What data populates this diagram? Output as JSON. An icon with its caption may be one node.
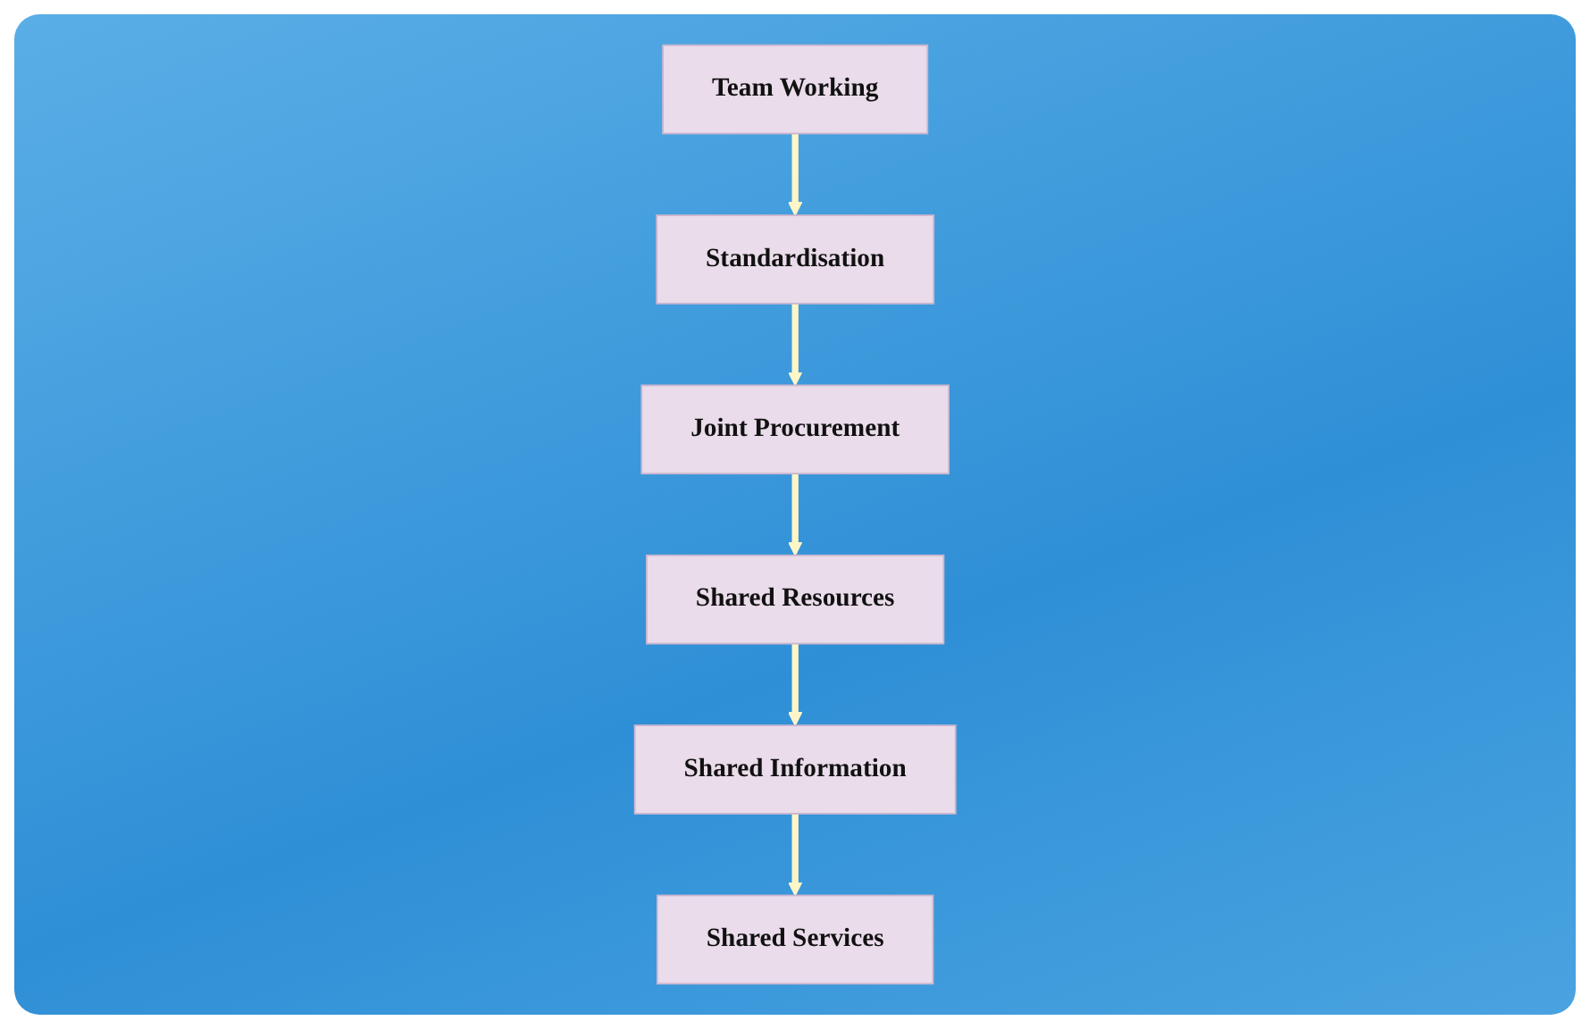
{
  "diagram": {
    "nodes": [
      {
        "text": [
          "Team Working"
        ]
      },
      {
        "text": [
          "Standardisation"
        ]
      },
      {
        "text": [
          "Joint Procurement"
        ]
      },
      {
        "text": [
          "Shared Resources"
        ]
      },
      {
        "text": [
          "Shared Information"
        ]
      },
      {
        "text": [
          "Shared Services"
        ]
      }
    ],
    "edges": [
      {
        "from": 0,
        "to": 1,
        "arrow": "to"
      },
      {
        "from": 1,
        "to": 2,
        "arrow": "to"
      },
      {
        "from": 2,
        "to": 3,
        "arrow": "to"
      },
      {
        "from": 3,
        "to": 4,
        "arrow": "to"
      },
      {
        "from": 4,
        "to": 5,
        "arrow": "to"
      }
    ]
  }
}
